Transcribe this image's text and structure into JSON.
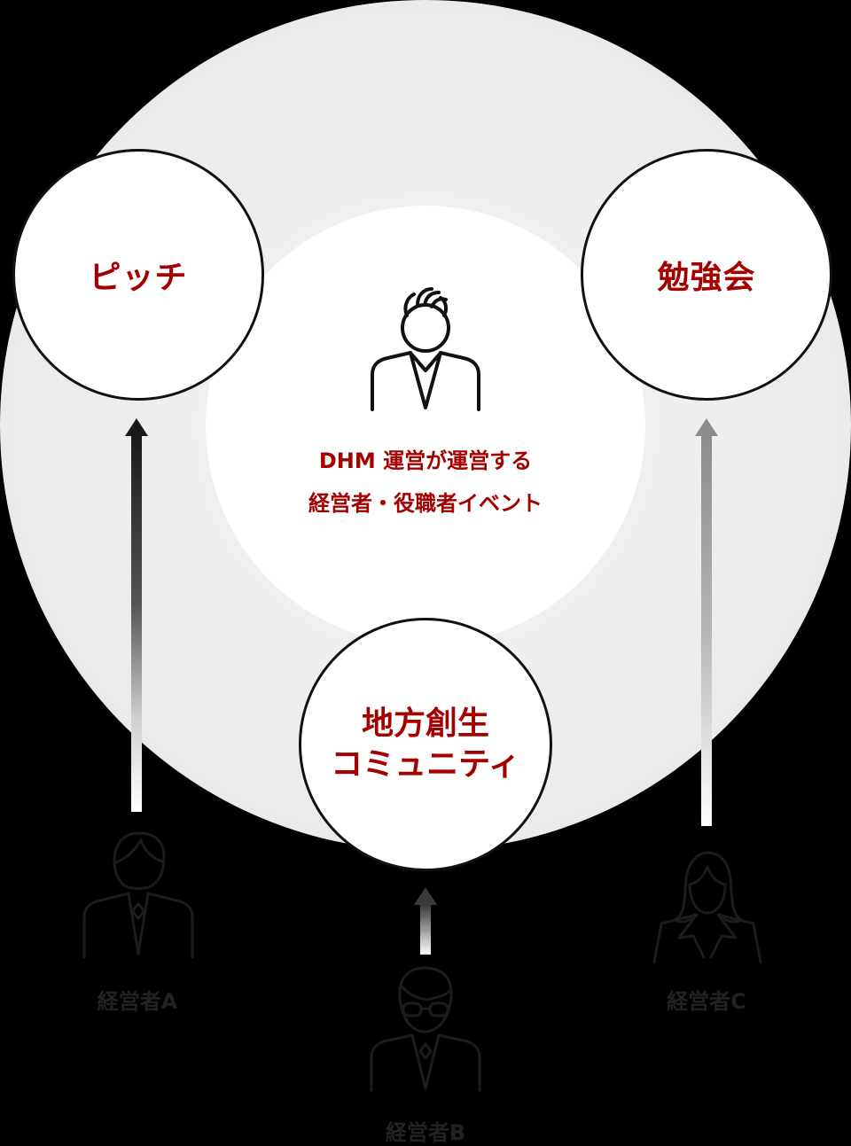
{
  "diagram": {
    "center": {
      "line1": "DHM 運営が運営する",
      "line2": "経営者・役職者イベント",
      "icon": "businessman-icon"
    },
    "nodes": [
      {
        "id": "pitch",
        "label": "ピッチ",
        "position": "top-left"
      },
      {
        "id": "study",
        "label": "勉強会",
        "position": "top-right"
      },
      {
        "id": "community",
        "line1": "地方創生",
        "line2": "コミュニティ",
        "position": "bottom-center"
      }
    ],
    "people": [
      {
        "id": "A",
        "label": "経営者A",
        "icon": "businessman-icon",
        "target": "pitch"
      },
      {
        "id": "B",
        "label": "経営者B",
        "icon": "businessman-glasses-icon",
        "target": "community"
      },
      {
        "id": "C",
        "label": "経営者C",
        "icon": "businesswoman-icon",
        "target": "study"
      }
    ],
    "colors": {
      "accent_text": "#a50000",
      "background": "#000000",
      "outer_circle": "#e8e8e8",
      "inner_circle": "#ffffff",
      "node_border": "#111111",
      "person_label": "#222222"
    }
  }
}
